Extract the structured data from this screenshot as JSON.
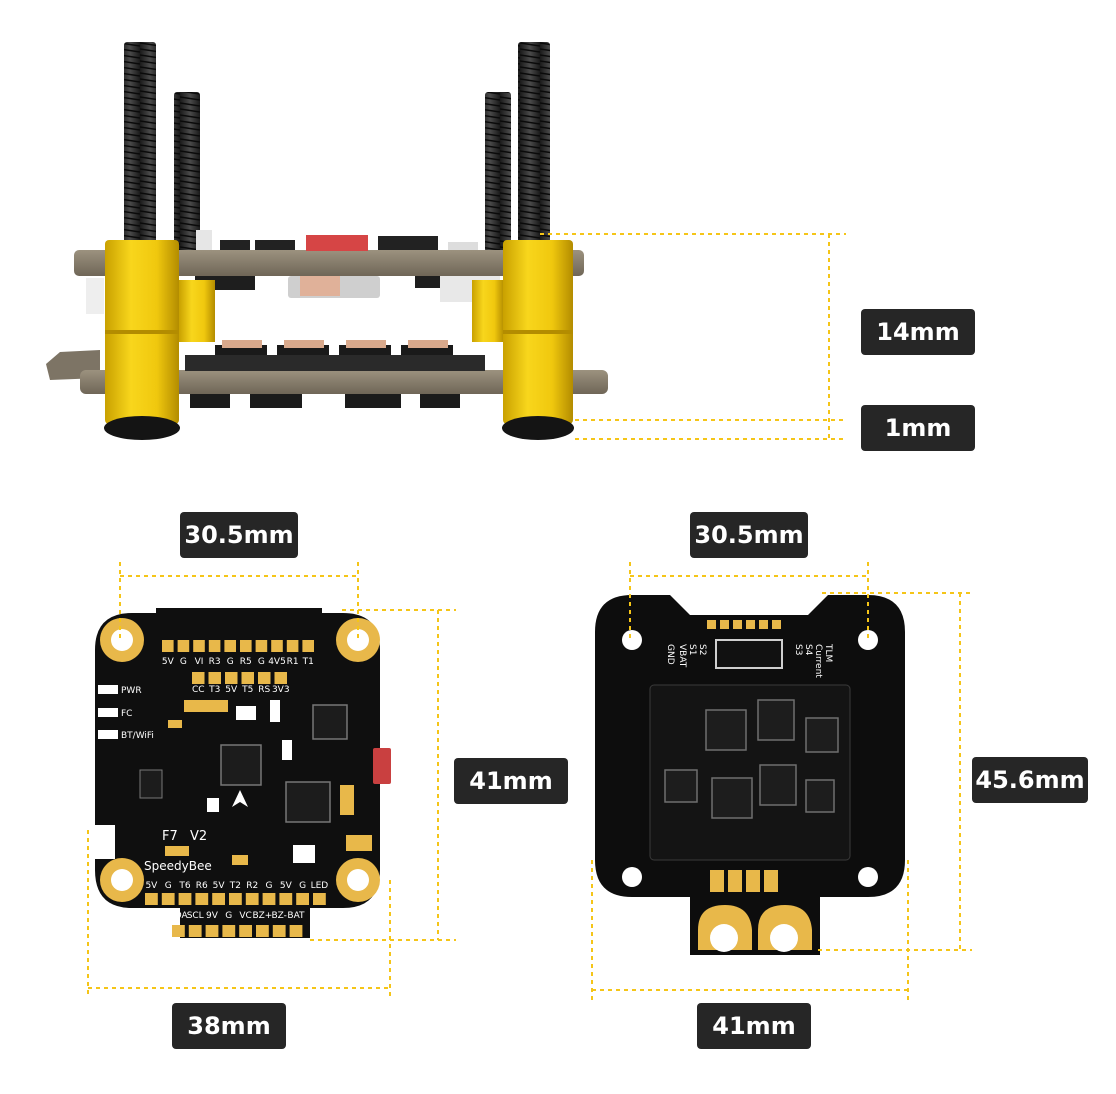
{
  "dimensions": {
    "stack_height": "14mm",
    "gap_height": "1mm",
    "fc_mount_spacing": "30.5mm",
    "esc_mount_spacing": "30.5mm",
    "fc_height": "41mm",
    "esc_height": "45.6mm",
    "fc_width": "38mm",
    "esc_width": "41mm"
  },
  "fc_board": {
    "brand": "SpeedyBee",
    "model": "F7",
    "version": "V2",
    "led_labels": [
      "PWR",
      "FC",
      "BT/WiFi"
    ],
    "top_pads_row1": [
      "5V",
      "G",
      "VI",
      "R3",
      "G",
      "R5",
      "G",
      "4V5",
      "R1",
      "T1"
    ],
    "top_pads_row2": [
      "CC",
      "T3",
      "5V",
      "T5",
      "RS",
      "3V3"
    ],
    "bottom_pads_row1": [
      "5V",
      "G",
      "T6",
      "R6",
      "5V",
      "T2",
      "R2",
      "G",
      "5V",
      "G",
      "LED"
    ],
    "bottom_pads_row2": [
      "SDA",
      "SCL",
      "9V",
      "G",
      "VC",
      "BZ+",
      "BZ-",
      "BAT"
    ]
  },
  "esc_board": {
    "connector_labels": [
      "GND",
      "VBAT",
      "S1",
      "S2",
      "S3",
      "S4",
      "Current",
      "TLM"
    ]
  },
  "colors": {
    "guide": "#f5c518",
    "label_bg": "#262626",
    "board": "#111111",
    "pad_gold": "#e8b84a",
    "standoff": "#f4cc12",
    "plate": "#8a8070"
  }
}
